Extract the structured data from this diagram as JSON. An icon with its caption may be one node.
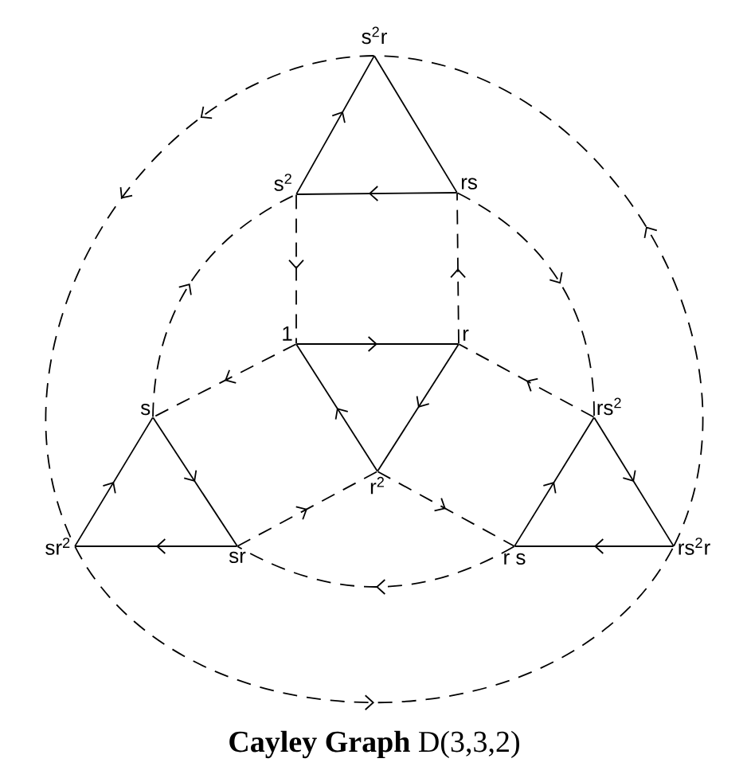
{
  "diagram": {
    "caption": "**Cayley Graph** D(3,3,2)",
    "nodes": [
      {
        "text": [
          "s$^{2}$r"
        ]
      },
      {
        "text": [
          "s$^{2}$"
        ]
      },
      {
        "text": [
          "rs"
        ]
      },
      {
        "text": [
          "1"
        ]
      },
      {
        "text": [
          "r"
        ]
      },
      {
        "text": [
          "s"
        ]
      },
      {
        "text": [
          "rs$^{2}$"
        ]
      },
      {
        "text": [
          "r$^{2}$"
        ]
      },
      {
        "text": [
          "sr$^{2}$"
        ]
      },
      {
        "text": [
          "sr"
        ]
      },
      {
        "text": [
          "r s"
        ]
      },
      {
        "text": [
          "rs$^{2}$r"
        ]
      }
    ],
    "edges": [
      {
        "from": 1,
        "to": 0,
        "arrow": "to"
      },
      {
        "from": 0,
        "to": 2,
        "arrow": "none"
      },
      {
        "from": 2,
        "to": 1,
        "arrow": "to"
      },
      {
        "from": 3,
        "to": 4,
        "arrow": "to"
      },
      {
        "from": 4,
        "to": 7,
        "arrow": "to"
      },
      {
        "from": 7,
        "to": 3,
        "arrow": "to"
      },
      {
        "from": 5,
        "to": 9,
        "arrow": "to"
      },
      {
        "from": 9,
        "to": 8,
        "arrow": "to"
      },
      {
        "from": 8,
        "to": 5,
        "arrow": "to"
      },
      {
        "from": 10,
        "to": 6,
        "arrow": "to"
      },
      {
        "from": 6,
        "to": 11,
        "arrow": "to"
      },
      {
        "from": 11,
        "to": 10,
        "arrow": "to"
      },
      {
        "from": 1,
        "to": 3,
        "arrow": "to",
        "style": "dashed"
      },
      {
        "from": 4,
        "to": 2,
        "arrow": "to",
        "style": "dashed"
      },
      {
        "from": 3,
        "to": 5,
        "arrow": "to",
        "style": "dashed"
      },
      {
        "from": 6,
        "to": 4,
        "arrow": "to",
        "style": "dashed"
      },
      {
        "from": 9,
        "to": 7,
        "arrow": "to",
        "style": "dashed"
      },
      {
        "from": 7,
        "to": 10,
        "arrow": "to",
        "style": "dashed"
      },
      {
        "from": 10,
        "to": 9,
        "arrow": "to",
        "style": "dashed"
      },
      {
        "from": 5,
        "to": 1,
        "arrow": "to",
        "style": "dashed"
      },
      {
        "from": 2,
        "to": 6,
        "arrow": "to",
        "style": "dashed"
      },
      {
        "from": 0,
        "to": 8,
        "arrow": "to",
        "style": "dashed"
      },
      {
        "from": 8,
        "to": 11,
        "arrow": "to",
        "style": "dashed"
      },
      {
        "from": 11,
        "to": 0,
        "arrow": "to",
        "style": "dashed"
      }
    ]
  }
}
